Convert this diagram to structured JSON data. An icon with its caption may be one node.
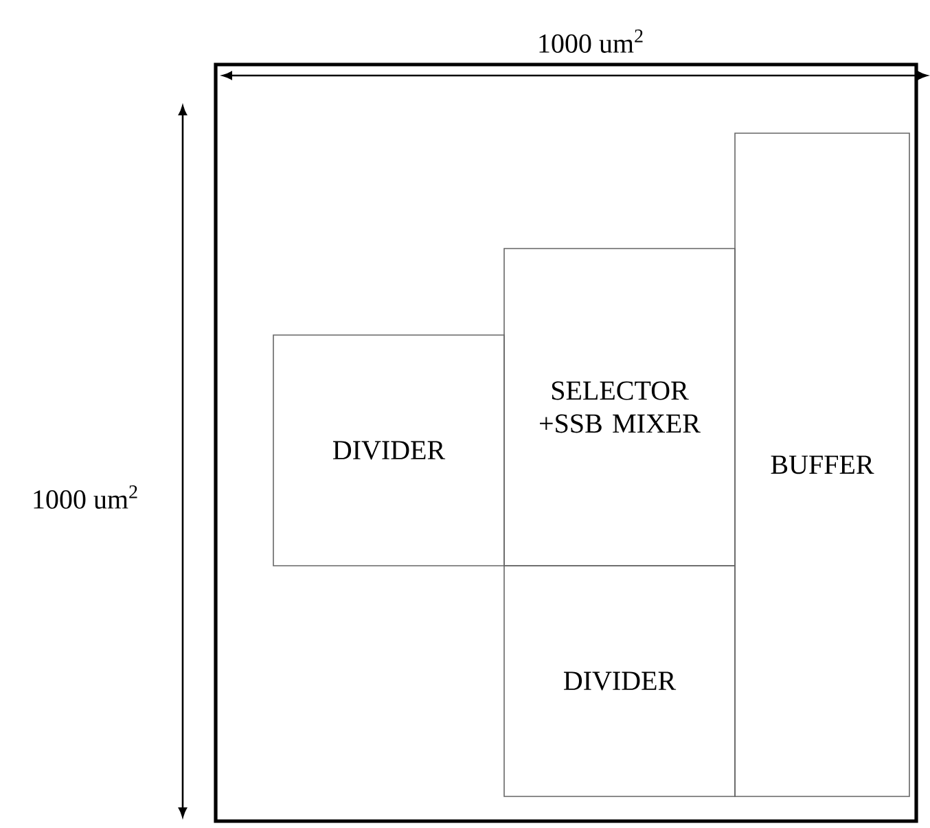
{
  "diagram": {
    "nodes": [
      {
        "text": [],
        "shape": "box"
      },
      {
        "text": [
          "DIVIDER"
        ],
        "in": 0
      },
      {
        "text": [
          "SELECTOR +SSB MIXER"
        ],
        "in": 0
      },
      {
        "text": [
          "BUFFER"
        ],
        "in": 0
      },
      {
        "text": [
          "DIVIDER"
        ],
        "in": 0
      }
    ],
    "labels": [
      "1000 um$^{2}$",
      "1000 um$^{2}$"
    ]
  }
}
